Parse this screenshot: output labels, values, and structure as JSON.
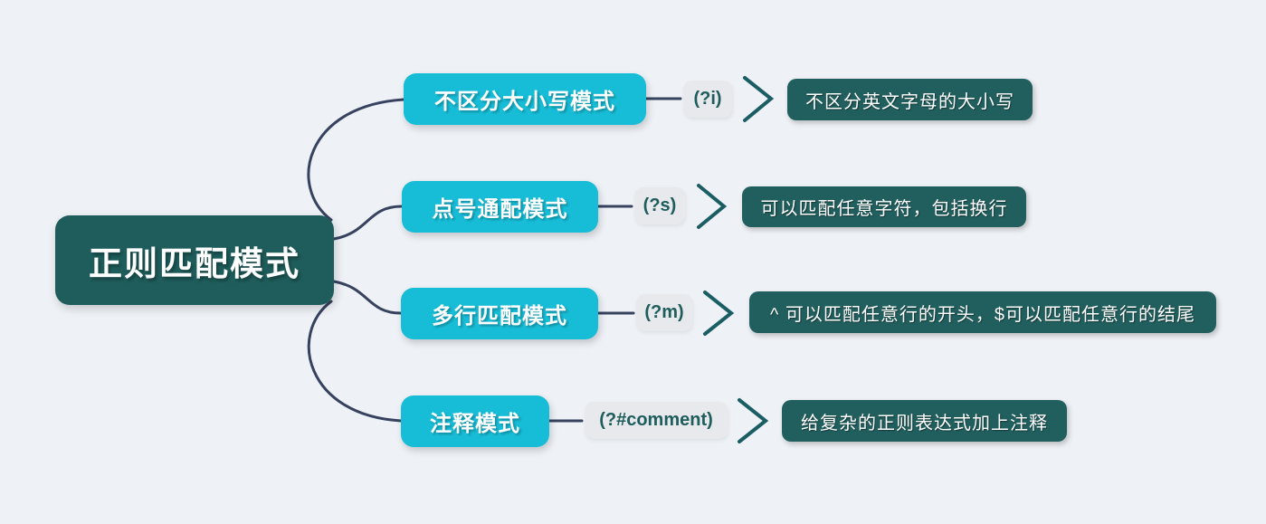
{
  "root": {
    "label": "正则匹配模式"
  },
  "branches": [
    {
      "label": "不区分大小写模式",
      "code": "(?i)",
      "description": "不区分英文字母的大小写"
    },
    {
      "label": "点号通配模式",
      "code": "(?s)",
      "description": "可以匹配任意字符，包括换行"
    },
    {
      "label": "多行匹配模式",
      "code": "(?m)",
      "description": "^ 可以匹配任意行的开头，$可以匹配任意行的结尾"
    },
    {
      "label": "注释模式",
      "code": "(?#comment)",
      "description": "给复杂的正则表达式加上注释"
    }
  ],
  "colors": {
    "background": "#eef1f6",
    "root_node": "#1e5d5b",
    "branch_node": "#17bcd6",
    "description_node": "#215f5e",
    "badge_background": "#e7e9ed",
    "badge_text": "#1e5d5b",
    "connector": "#36425e",
    "chevron": "#1a5e64",
    "node_text": "#ffffff"
  }
}
